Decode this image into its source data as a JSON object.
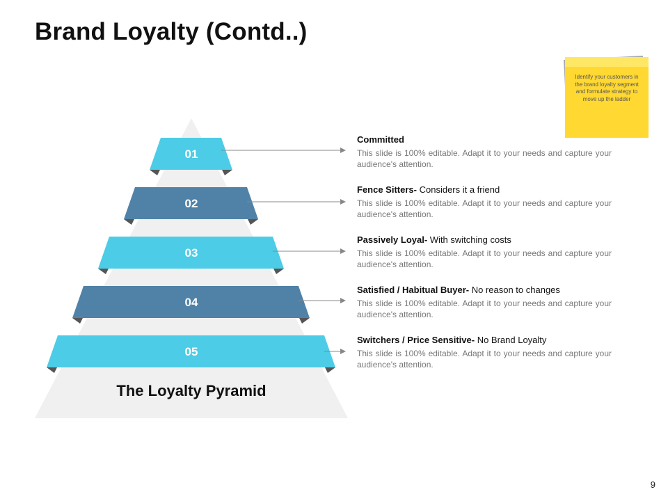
{
  "slide": {
    "title": "Brand Loyalty (Contd..)",
    "page_number": "9"
  },
  "note": {
    "text": "Identify your customers in the brand loyalty segment and formulate strategy to move up the ladder"
  },
  "pyramid": {
    "label": "The Loyalty Pyramid",
    "bands": [
      {
        "number": "01",
        "color": "#4ccce6"
      },
      {
        "number": "02",
        "color": "#5082a8"
      },
      {
        "number": "03",
        "color": "#4ccce6"
      },
      {
        "number": "04",
        "color": "#5082a8"
      },
      {
        "number": "05",
        "color": "#4ccce6"
      }
    ]
  },
  "items": [
    {
      "title": "Committed",
      "subtitle": "",
      "body": "This slide is 100% editable. Adapt it to your needs and capture your audience's attention."
    },
    {
      "title": "Fence Sitters-",
      "subtitle": " Considers it a friend",
      "body": "This slide is 100% editable. Adapt it to your needs and capture your audience's attention."
    },
    {
      "title": "Passively Loyal-",
      "subtitle": " With switching costs",
      "body": "This slide is 100% editable. Adapt it to your needs and capture your audience's attention."
    },
    {
      "title": "Satisfied / Habitual Buyer-",
      "subtitle": " No reason to changes",
      "body": "This slide is 100% editable. Adapt it to your needs and capture your audience's attention."
    },
    {
      "title": "Switchers / Price Sensitive-",
      "subtitle": " No Brand Loyalty",
      "body": "This slide is 100% editable. Adapt it to your needs and capture your audience's attention."
    }
  ],
  "colors": {
    "pyramid_bg": "#f0f0f0",
    "fold": "#555555",
    "connector": "#888888"
  }
}
